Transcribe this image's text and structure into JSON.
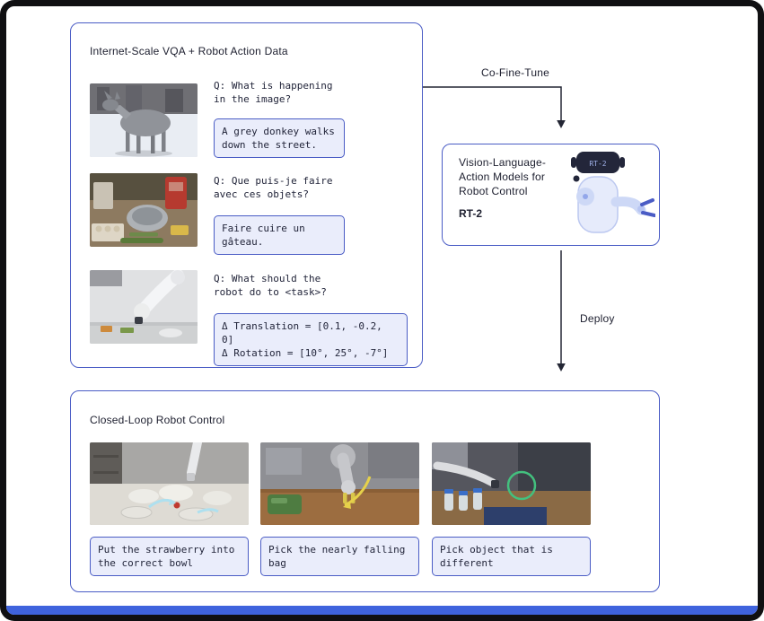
{
  "colors": {
    "accent_border": "#4a5cc5",
    "answer_fill": "#eaedfb",
    "arrow": "#232634",
    "text_dark": "#1c1e2e",
    "bottom_strip": "#3f63dd"
  },
  "vqa_panel": {
    "title": "Internet-Scale VQA + Robot Action Data",
    "rows": [
      {
        "photo": "donkey-street-photo",
        "question": "Q: What is happening\nin the image?",
        "answer": "A grey donkey walks\ndown the street."
      },
      {
        "photo": "kitchen-ingredients-photo",
        "question": "Q: Que puis-je faire\navec ces objets?",
        "answer": "Faire cuire un\ngâteau."
      },
      {
        "photo": "robot-arm-kitchen-photo",
        "question": "Q: What should the\nrobot do to <task>?",
        "answer": "Δ Translation = [0.1, -0.2, 0]\nΔ Rotation = [10°, 25°, -7°]"
      }
    ]
  },
  "co_fine_tune_label": "Co-Fine-Tune",
  "vla_panel": {
    "title": "Vision-Language-\nAction Models for\nRobot Control",
    "model_name": "RT-2",
    "robot_badge": "RT-2"
  },
  "deploy_label": "Deploy",
  "control_panel": {
    "title": "Closed-Loop Robot Control",
    "items": [
      {
        "photo": "strawberry-bowl-photo",
        "caption": "Put the strawberry into\nthe correct bowl"
      },
      {
        "photo": "falling-bag-photo",
        "caption": "Pick the nearly falling\nbag"
      },
      {
        "photo": "different-object-photo",
        "caption": "Pick object that is\ndifferent"
      }
    ]
  }
}
